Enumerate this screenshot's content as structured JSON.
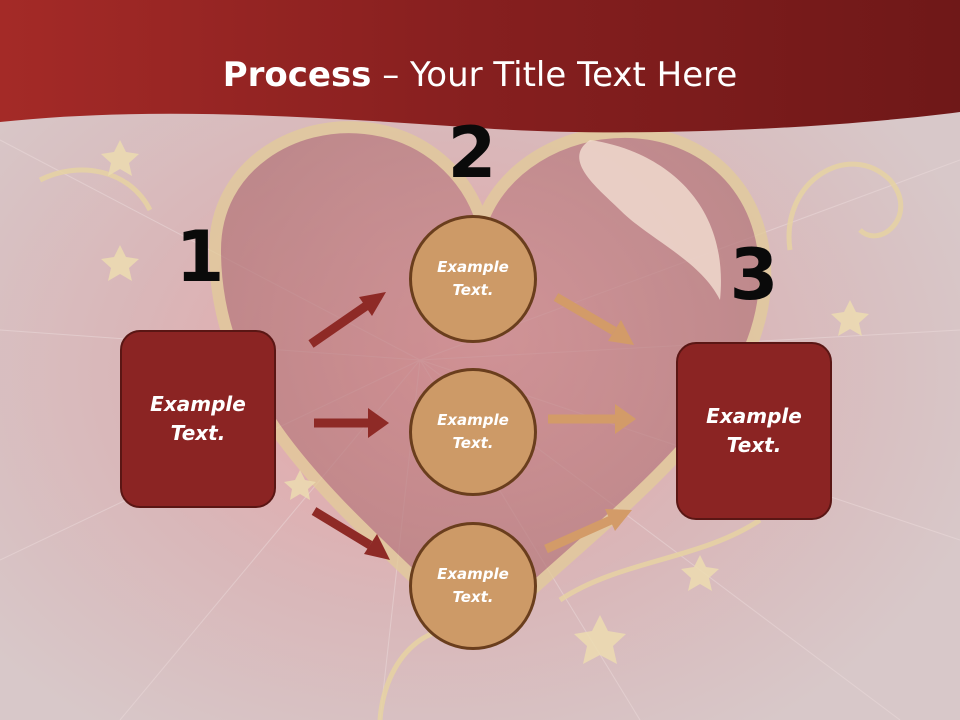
{
  "title": {
    "bold": "Process",
    "rest": " – Your Title Text Here"
  },
  "steps": {
    "one": {
      "number": "1",
      "text": "Example Text."
    },
    "two": {
      "number": "2"
    },
    "three": {
      "number": "3",
      "text": "Example Text."
    }
  },
  "circles": [
    {
      "text": "Example Text."
    },
    {
      "text": "Example Text."
    },
    {
      "text": "Example Text."
    }
  ],
  "colors": {
    "banner": "#8e2322",
    "box": "#8b2423",
    "circle": "#cd9a67",
    "arrow_left": "#8e2a26",
    "arrow_right": "#d39b68"
  }
}
